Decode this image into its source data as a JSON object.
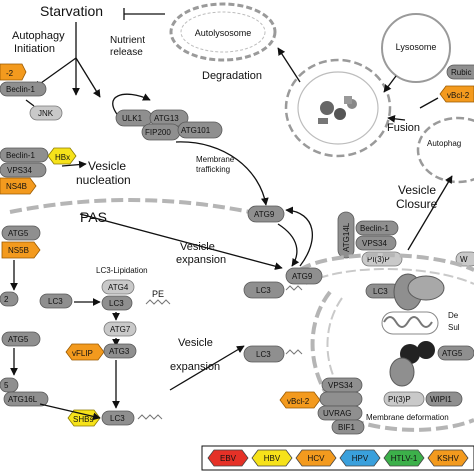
{
  "labels": {
    "starvation": "Starvation",
    "autophagy_initiation_1": "Autophagy",
    "autophagy_initiation_2": "Initiation",
    "nutrient_release_1": "Nutrient",
    "nutrient_release_2": "release",
    "autolysosome": "Autolysosome",
    "degradation": "Degradation",
    "lysosome": "Lysosome",
    "fusion": "Fusion",
    "autophagy_partial": "Autophag",
    "vesicle_closure_1": "Vesicle",
    "vesicle_closure_2": "Closure",
    "vesicle_nucleation_1": "Vesicle",
    "vesicle_nucleation_2": "nucleation",
    "pas": "PAS",
    "membrane_trafficking_1": "Membrane",
    "membrane_trafficking_2": "trafficking",
    "vesicle_expansion_a1": "Vesicle",
    "vesicle_expansion_a2": "expansion",
    "vesicle_expansion_b1": "Vesicle",
    "vesicle_expansion_b2": "expansion",
    "lc3_lipidation": "LC3-Lipidation",
    "pe": "PE",
    "membrane_deformation": "Membrane deformation",
    "de_partial": "De",
    "sul_partial": "Sul"
  },
  "proteins": {
    "beclin1_top": "Beclin-1",
    "p2_partial": "-2",
    "jnk": "JNK",
    "ulk1": "ULK1",
    "atg13": "ATG13",
    "fip200": "FIP200",
    "atg101": "ATG101",
    "beclin1_mid": "Beclin-1",
    "vps34_mid": "VPS34",
    "atg9_upper": "ATG9",
    "atg14l": "ATG14L",
    "beclin1_right": "Beclin-1",
    "vps34_right": "VPS34",
    "pi3p_upper": "PI(3)P",
    "w_partial": "W",
    "atg9_lower": "ATG9",
    "atg5_a": "ATG5",
    "lc3_a": "LC3",
    "atg4": "ATG4",
    "lc3_b": "LC3",
    "atg7": "ATG7",
    "atg3": "ATG3",
    "atg5_b": "ATG5",
    "two_partial": "2",
    "five_partial": "5",
    "atg16l": "ATG16L",
    "lc3_c": "LC3",
    "lc3_d": "LC3",
    "lc3_e": "LC3",
    "lc3_f": "LC3",
    "vps34_low": "VPS34",
    "pi3p_low": "PI(3)P",
    "wipi1": "WIPI1",
    "uvrag": "UVRAG",
    "bif1": "BIF1",
    "rubic_partial": "Rubic",
    "atg5_c": "ATG5"
  },
  "viral": {
    "hbx": "HBx",
    "ns4b": "NS4B",
    "ns5b": "NS5B",
    "vflip": "vFLIP",
    "shbs": "SHBs",
    "vbcl2_low": "vBcl-2",
    "vbcl2_right": "vBcl-2"
  },
  "legend": {
    "items": [
      {
        "label": "EBV",
        "color": "#e53127"
      },
      {
        "label": "HBV",
        "color": "#f6e21a"
      },
      {
        "label": "HCV",
        "color": "#f39a1e"
      },
      {
        "label": "HPV",
        "color": "#3aa0dc"
      },
      {
        "label": "HTLV-1",
        "color": "#3cb04a"
      },
      {
        "label": "KSHV",
        "color": "#f39a1e"
      }
    ]
  },
  "colors": {
    "protein": "#8f8f8f",
    "hbv": "#f6e21a",
    "hcv_kshv": "#f39a1e",
    "membrane": "#9a9a9a"
  }
}
